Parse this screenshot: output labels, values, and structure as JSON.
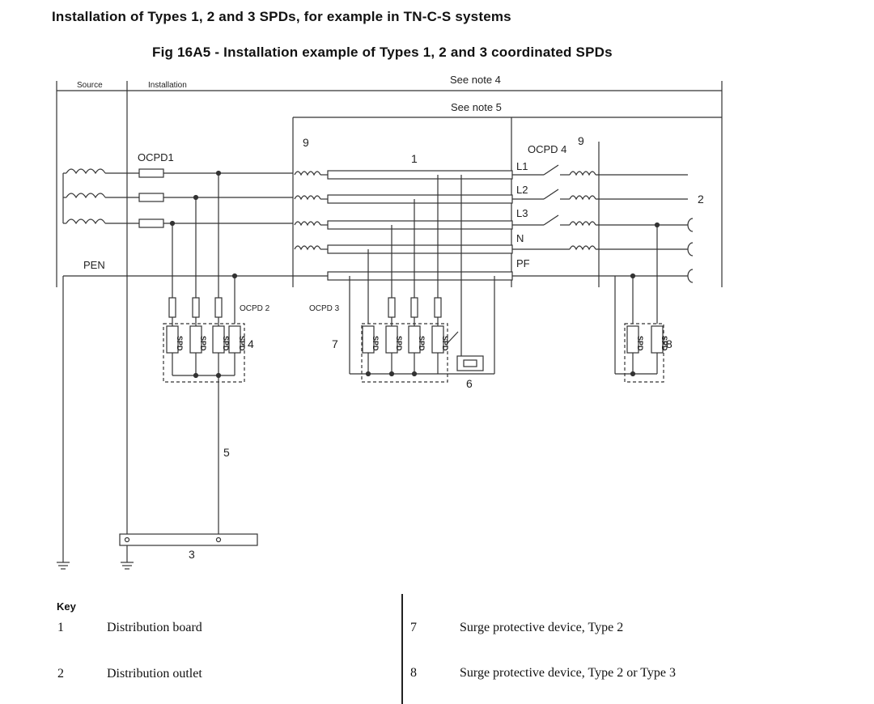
{
  "title": "Installation of Types 1, 2 and 3 SPDs, for example in TN-C-S systems",
  "figure_title": "Fig 16A5 - Installation example of Types 1, 2 and 3 coordinated SPDs",
  "diagram": {
    "source_label": "Source",
    "installation_label": "Installation",
    "note4": "See note 4",
    "note5": "See note 5",
    "ocpd1": "OCPD1",
    "ocpd2": "OCPD 2",
    "ocpd3": "OCPD 3",
    "ocpd4": "OCPD 4",
    "pen": "PEN",
    "lines": [
      "L1",
      "L2",
      "L3",
      "N",
      "PF"
    ],
    "spd_text": "SPD",
    "callouts": {
      "n1": "1",
      "n2": "2",
      "n3": "3",
      "n4": "4",
      "n5": "5",
      "n6": "6",
      "n7": "7",
      "n8": "8",
      "n9a": "9",
      "n9b": "9"
    }
  },
  "key": {
    "heading": "Key",
    "items": [
      {
        "num": "1",
        "text": "Distribution board"
      },
      {
        "num": "2",
        "text": "Distribution outlet"
      },
      {
        "num": "7",
        "text": "Surge protective device, Type 2"
      },
      {
        "num": "8",
        "text": "Surge protective device, Type 2 or Type 3"
      }
    ]
  }
}
